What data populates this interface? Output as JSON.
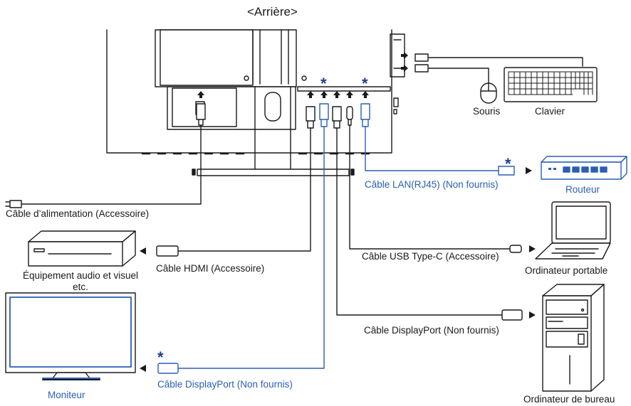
{
  "title": "<Arrière>",
  "labels": {
    "power_cable": "Câble d’alimentation (Accessoire)",
    "av_equipment": "Équipement audio et visuel etc.",
    "hdmi_cable": "Câble HDMI (Accessoire)",
    "monitor": "Moniteur",
    "dp_cable_monitor": "Câble DisplayPort (Non fournis)",
    "mouse": "Souris",
    "keyboard": "Clavier",
    "lan_cable": "Câble LAN(RJ45) (Non fournis)",
    "router": "Routeur",
    "usbc_cable": "Câble USB Type-C (Accessoire)",
    "laptop": "Ordinateur portable",
    "dp_cable_pc": "Câble DisplayPort (Non fournis)",
    "desktop": "Ordinateur de bureau"
  },
  "star_mark": "*",
  "colors": {
    "line": "#1a1a1a",
    "not_supplied_cable": "#2a5fb4",
    "star": "#1e3f90",
    "monitor_screen": "#2a5fb4"
  }
}
